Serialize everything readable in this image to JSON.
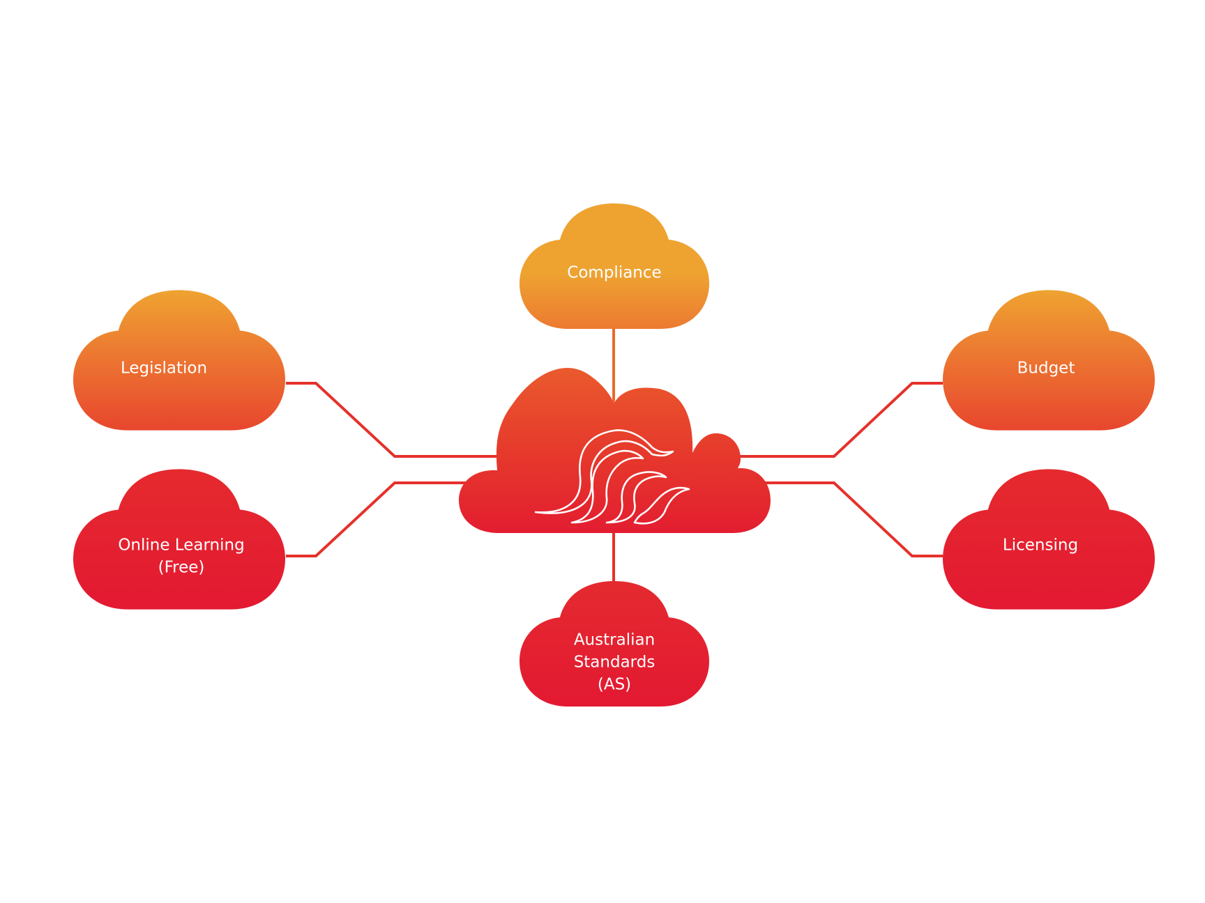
{
  "colors": {
    "orange": "#eea331",
    "orange_mid": "#ec7631",
    "red_orange": "#e8522e",
    "red": "#e31932",
    "line": "#e5312b",
    "text": "#ffffff"
  },
  "hub": {
    "icon": "flame-logo-icon"
  },
  "nodes": {
    "compliance": {
      "label": "Compliance"
    },
    "legislation": {
      "label": "Legislation"
    },
    "budget": {
      "label": "Budget"
    },
    "online_learning": {
      "line1": "Online Learning",
      "line2": "(Free)"
    },
    "licensing": {
      "label": "Licensing"
    },
    "standards": {
      "line1": "Australian",
      "line2": "Standards",
      "line3": "(AS)"
    }
  }
}
